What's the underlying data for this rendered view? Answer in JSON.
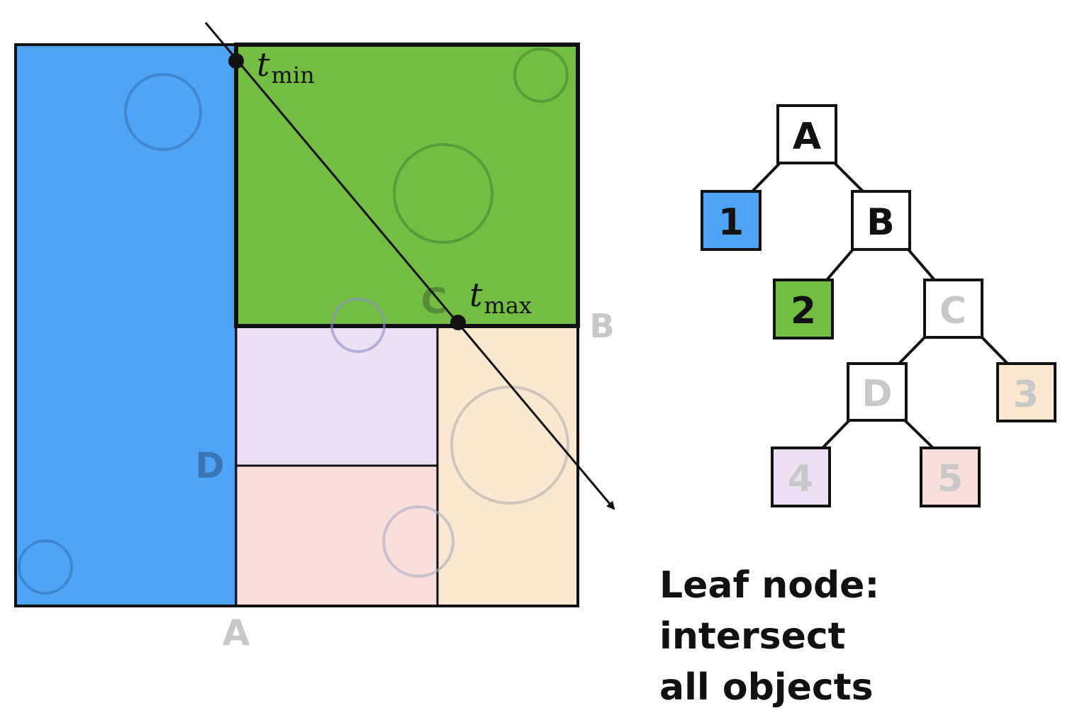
{
  "colors": {
    "blue": "#4ea5f7",
    "green": "#73be42",
    "lavender": "#ede0f5",
    "pink": "#f9dfdb",
    "peach": "#fce8d1",
    "grey_label": "#c8c8c8",
    "black": "#111111"
  },
  "spatial": {
    "labels": {
      "a": "A",
      "b": "B",
      "c": "C",
      "d": "D"
    },
    "t_min": {
      "base": "t",
      "sub": "min"
    },
    "t_max": {
      "base": "t",
      "sub": "max"
    }
  },
  "tree": {
    "nodes": {
      "a": "A",
      "leaf_1": "1",
      "b": "B",
      "leaf_2": "2",
      "c": "C",
      "d": "D",
      "leaf_3": "3",
      "leaf_4": "4",
      "leaf_5": "5"
    }
  },
  "caption": {
    "line1": "Leaf node: intersect",
    "line2": "all objects"
  }
}
